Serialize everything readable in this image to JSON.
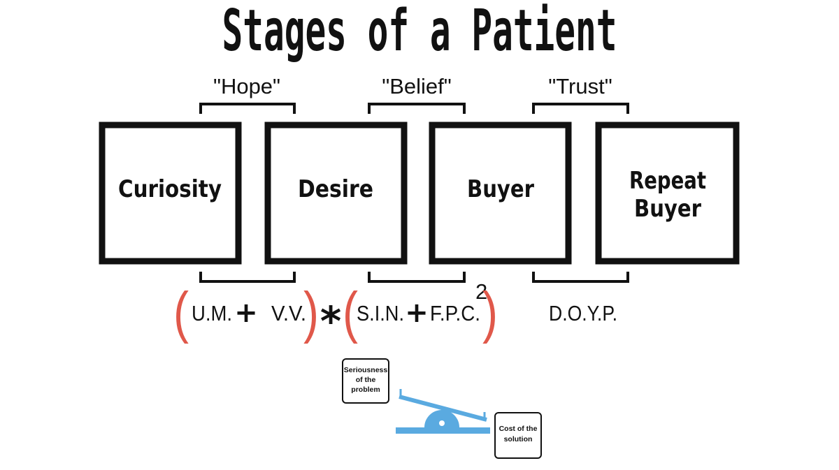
{
  "title": "Stages of a Patient",
  "emotions": [
    "\"Hope\"",
    "\"Belief\"",
    "\"Trust\""
  ],
  "stages": [
    {
      "lines": [
        "Curiosity"
      ]
    },
    {
      "lines": [
        "Desire"
      ]
    },
    {
      "lines": [
        "Buyer"
      ]
    },
    {
      "lines": [
        "Repeat",
        "Buyer"
      ]
    }
  ],
  "formula": {
    "term1": "U.M.",
    "plus1": "+",
    "term2": "V.V.",
    "multiply": "*",
    "term3": "S.I.N.",
    "plus2": "+",
    "term4": "F.P.C.",
    "exponent": "2",
    "open_paren": "(",
    "close_paren": ")",
    "trust_term": "D.O.Y.P."
  },
  "scale": {
    "left_label": [
      "Seriousness",
      "of the",
      "problem"
    ],
    "right_label": [
      "Cost of the",
      "solution"
    ]
  },
  "colors": {
    "text": "#111111",
    "paren": "#e0584a",
    "seesaw": "#5aaae0"
  }
}
